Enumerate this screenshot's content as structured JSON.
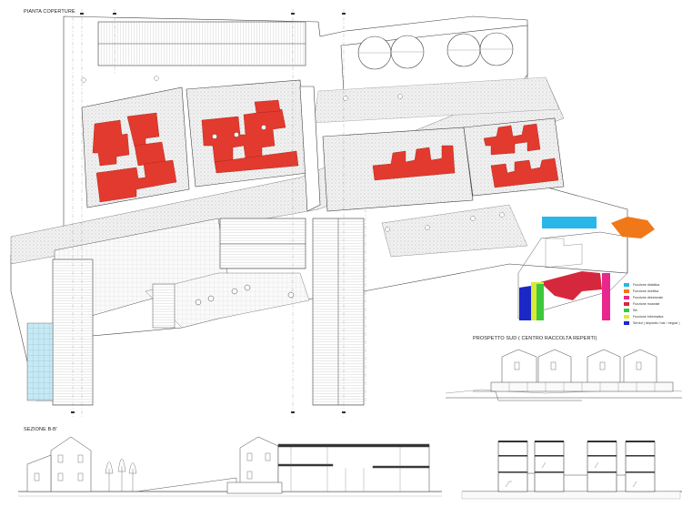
{
  "titles": {
    "plan": "PIANTA COPERTURE",
    "elevation": "PROSPETTO SUD ( CENTRO RACCOLTA REPERTI)",
    "section": "SEZIONE B-B'"
  },
  "legend": [
    {
      "color": "#29b6e8",
      "label": "Funzione didattica"
    },
    {
      "color": "#f07818",
      "label": "Funzione ricettiva"
    },
    {
      "color": "#e8288c",
      "label": "Funzione direzionale"
    },
    {
      "color": "#d6283c",
      "label": "Funzione museale"
    },
    {
      "color": "#3cc83c",
      "label": "Wc"
    },
    {
      "color": "#d8e83c",
      "label": "Funzione informativa"
    },
    {
      "color": "#1a28c8",
      "label": "Servizi ( deposito / bar / negozi )"
    }
  ],
  "colors": {
    "roof_red": "#e23a2e",
    "line": "#333333",
    "paving": "#dcdcdc",
    "glass": "#bfe6f2"
  }
}
